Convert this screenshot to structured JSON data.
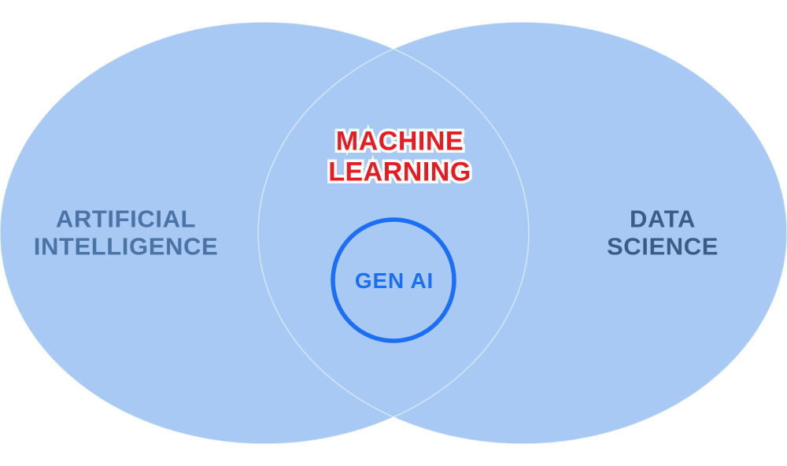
{
  "diagram": {
    "type": "venn",
    "background": "#ffffff",
    "circle_fill": "#a7c9f3",
    "circle_edge_highlight": "rgba(255,255,255,0.5)",
    "sets": [
      {
        "name": "artificial-intelligence",
        "label": "ARTIFICIAL\nINTELLIGENCE",
        "label_color": "#4a73a6"
      },
      {
        "name": "data-science",
        "label": "DATA\nSCIENCE",
        "label_color": "#3a5c85"
      }
    ],
    "intersection": {
      "name": "machine-learning",
      "label": "MACHINE\nLEARNING",
      "label_color": "#e81b22",
      "outline_color": "#ffffff"
    },
    "subset": {
      "name": "gen-ai",
      "label": "GEN AI",
      "color": "#1b6ef5"
    }
  }
}
